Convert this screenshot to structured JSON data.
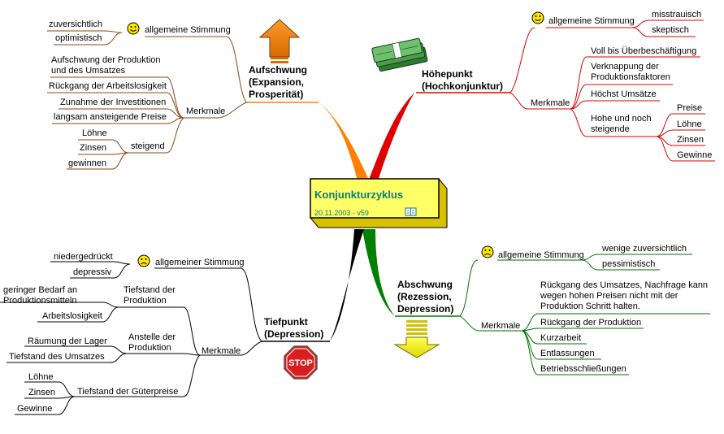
{
  "center": {
    "title": "Konjunkturzyklus",
    "subtitle": "20.11.2003 - v59"
  },
  "aufschwung": {
    "title_lines": [
      "Aufschwung",
      "(Expansion,",
      "Prosperität)"
    ],
    "stimmung_label": "allgemeine Stimmung",
    "stimmung_items": [
      "zuversichtlich",
      "optimistisch"
    ],
    "merkmale_label": "Merkmale",
    "merkmale_items": [
      "Aufschwung der Produktion und des Umsatzes",
      "Rückgang der Arbeitslosigkeit",
      "Zunahme der Investitionen",
      "langsam ansteigende Preise"
    ],
    "steigend_label": "steigend",
    "steigend_items": [
      "Löhne",
      "Zinsen",
      "gewinnen"
    ]
  },
  "hoehepunkt": {
    "title_lines": [
      "Höhepunkt",
      "(Hochkonjunktur)"
    ],
    "stimmung_label": "allgemeine Stimmung",
    "stimmung_items": [
      "misstrauisch",
      "skeptisch"
    ],
    "merkmale_label": "Merkmale",
    "merkmale_items": [
      "Voll bis Überbeschäftigung",
      "Verknappung der Produktionsfaktoren",
      "Höchst Umsätze",
      "Hohe und noch steigende"
    ],
    "steigende_items": [
      "Preise",
      "Löhne",
      "Zinsen",
      "Gewinne"
    ]
  },
  "abschwung": {
    "title_lines": [
      "Abschwung",
      "(Rezession,",
      "Depression)"
    ],
    "stimmung_label": "allgemeine Stimmung",
    "stimmung_items": [
      "wenige zuversichtlich",
      "pessimistisch"
    ],
    "merkmale_label": "Merkmale",
    "merkmale_items": [
      "Rückgang des Umsatzes, Nachfrage kann wegen hohen Preisen nicht mit der Produktion Schritt halten.",
      "Rückgang der Produktion",
      "Kurzarbeit",
      "Entlassungen",
      "Betriebsschließungen"
    ]
  },
  "tiefpunkt": {
    "title_lines": [
      "Tiefpunkt",
      "(Depression)"
    ],
    "stimmung_label": "allgemeiner Stimmung",
    "stimmung_items": [
      "niedergedrückt",
      "depressiv"
    ],
    "merkmale_label": "Merkmale",
    "tiefstand_produktion_label": "Tiefstand der Produktion",
    "tiefstand_produktion_items": [
      "geringer Bedarf an Produktionsmitteln",
      "Arbeitslosigkeit"
    ],
    "anstelle_label": "Anstelle der Produktion",
    "anstelle_items": [
      "Räumung der Lager",
      "Tiefstand des Umsatzes"
    ],
    "gueterpreise_label": "Tiefstand der Güterpreise",
    "gueterpreise_items": [
      "Löhne",
      "Zinsen",
      "Gewinne"
    ],
    "stop_sign": "STOP"
  },
  "colors": {
    "aufschwung": "#8b4513",
    "hoehepunkt": "#e00000",
    "abschwung": "#007000",
    "tiefpunkt": "#000000",
    "center_text": "#0b7d7d",
    "center_box": "#ffff66"
  }
}
